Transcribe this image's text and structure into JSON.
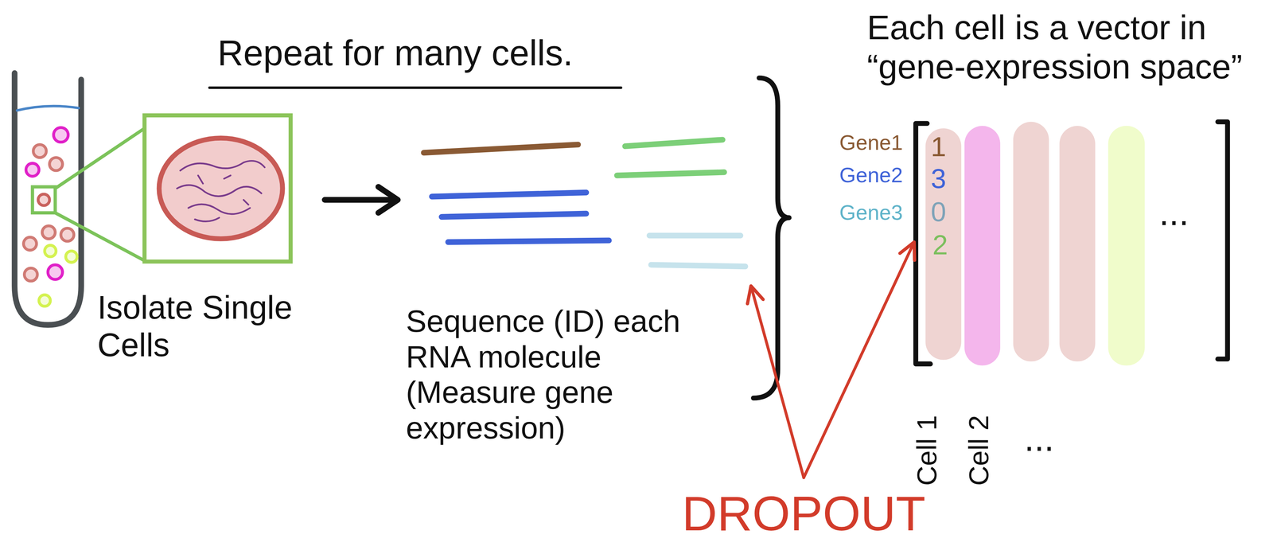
{
  "diagram": {
    "title": "Repeat for many cells.",
    "labels": [
      "Isolate Single Cells",
      "Sequence (ID) each RNA molecule (Measure gene expression)",
      "DROPOUT",
      "Each cell is a vector in “gene-expression space”",
      "Gene1",
      "Gene2",
      "Gene3",
      "1",
      "3",
      "0",
      "2",
      "...",
      "Cell 1",
      "Cell 2",
      "..."
    ]
  }
}
